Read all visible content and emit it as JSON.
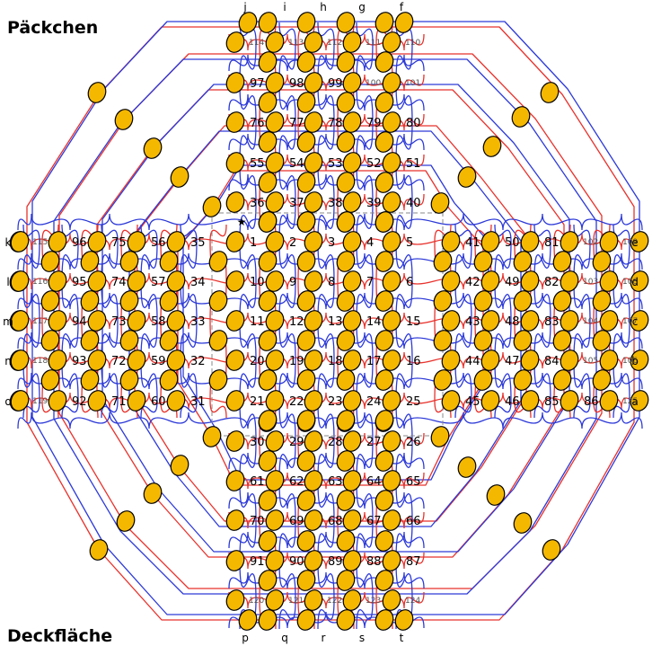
{
  "diagram": {
    "title": "Päckchen",
    "subtitle": "Deckfläche",
    "colors": {
      "bead_fill": "#f5b800",
      "bead_stroke": "#000000",
      "thread_red": "#e8322c",
      "thread_blue": "#2d3ad8",
      "inner_frame": "#888888"
    },
    "beads": [
      {
        "n": "114"
      },
      {
        "n": "113"
      },
      {
        "n": "112"
      },
      {
        "n": "111"
      },
      {
        "n": "110"
      },
      {
        "n": "97"
      },
      {
        "n": "98"
      },
      {
        "n": "99"
      },
      {
        "n": "100"
      },
      {
        "n": "101"
      },
      {
        "n": "76"
      },
      {
        "n": "77"
      },
      {
        "n": "78"
      },
      {
        "n": "79"
      },
      {
        "n": "80"
      },
      {
        "n": "55"
      },
      {
        "n": "54"
      },
      {
        "n": "53"
      },
      {
        "n": "52"
      },
      {
        "n": "51"
      },
      {
        "n": "36"
      },
      {
        "n": "37"
      },
      {
        "n": "38"
      },
      {
        "n": "39"
      },
      {
        "n": "40"
      },
      {
        "n": "115"
      },
      {
        "n": "96"
      },
      {
        "n": "75"
      },
      {
        "n": "56"
      },
      {
        "n": "35"
      },
      {
        "n": "1"
      },
      {
        "n": "2"
      },
      {
        "n": "3"
      },
      {
        "n": "4"
      },
      {
        "n": "5"
      },
      {
        "n": "41"
      },
      {
        "n": "50"
      },
      {
        "n": "81"
      },
      {
        "n": "102"
      },
      {
        "n": "109"
      },
      {
        "n": "116"
      },
      {
        "n": "95"
      },
      {
        "n": "74"
      },
      {
        "n": "57"
      },
      {
        "n": "34"
      },
      {
        "n": "10"
      },
      {
        "n": "9"
      },
      {
        "n": "8"
      },
      {
        "n": "7"
      },
      {
        "n": "6"
      },
      {
        "n": "42"
      },
      {
        "n": "49"
      },
      {
        "n": "82"
      },
      {
        "n": "103"
      },
      {
        "n": "108"
      },
      {
        "n": "117"
      },
      {
        "n": "94"
      },
      {
        "n": "73"
      },
      {
        "n": "58"
      },
      {
        "n": "33"
      },
      {
        "n": "11"
      },
      {
        "n": "12"
      },
      {
        "n": "13"
      },
      {
        "n": "14"
      },
      {
        "n": "15"
      },
      {
        "n": "43"
      },
      {
        "n": "48"
      },
      {
        "n": "83"
      },
      {
        "n": "104"
      },
      {
        "n": "107"
      },
      {
        "n": "118"
      },
      {
        "n": "93"
      },
      {
        "n": "72"
      },
      {
        "n": "59"
      },
      {
        "n": "32"
      },
      {
        "n": "20"
      },
      {
        "n": "19"
      },
      {
        "n": "18"
      },
      {
        "n": "17"
      },
      {
        "n": "16"
      },
      {
        "n": "44"
      },
      {
        "n": "47"
      },
      {
        "n": "84"
      },
      {
        "n": "105"
      },
      {
        "n": "106"
      },
      {
        "n": "119"
      },
      {
        "n": "92"
      },
      {
        "n": "71"
      },
      {
        "n": "60"
      },
      {
        "n": "31"
      },
      {
        "n": "21"
      },
      {
        "n": "22"
      },
      {
        "n": "23"
      },
      {
        "n": "24"
      },
      {
        "n": "25"
      },
      {
        "n": "45"
      },
      {
        "n": "46"
      },
      {
        "n": "85"
      },
      {
        "n": "86"
      },
      {
        "n": "125"
      },
      {
        "n": "30"
      },
      {
        "n": "29"
      },
      {
        "n": "28"
      },
      {
        "n": "27"
      },
      {
        "n": "26"
      },
      {
        "n": "61"
      },
      {
        "n": "62"
      },
      {
        "n": "63"
      },
      {
        "n": "64"
      },
      {
        "n": "65"
      },
      {
        "n": "70"
      },
      {
        "n": "69"
      },
      {
        "n": "68"
      },
      {
        "n": "67"
      },
      {
        "n": "66"
      },
      {
        "n": "91"
      },
      {
        "n": "90"
      },
      {
        "n": "89"
      },
      {
        "n": "88"
      },
      {
        "n": "87"
      },
      {
        "n": "120"
      },
      {
        "n": "121"
      },
      {
        "n": "122"
      },
      {
        "n": "123"
      },
      {
        "n": "124"
      }
    ],
    "letters": {
      "top": [
        "j",
        "i",
        "h",
        "g",
        "f"
      ],
      "right": [
        "e",
        "d",
        "c",
        "b",
        "a"
      ],
      "bottom": [
        "p",
        "q",
        "r",
        "s",
        "t"
      ],
      "left": [
        "k",
        "l",
        "m",
        "n",
        "o"
      ]
    },
    "start_marker": "★"
  }
}
